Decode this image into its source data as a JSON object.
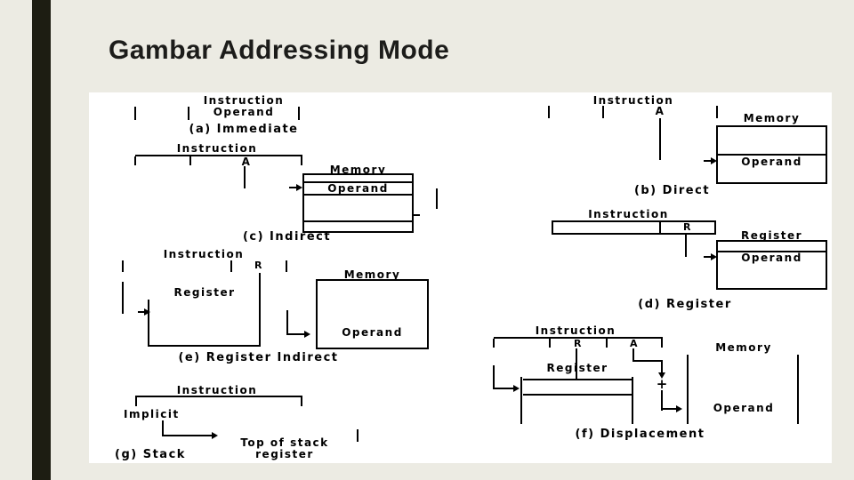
{
  "slide": {
    "title": "Gambar Addressing Mode",
    "colors": {
      "background": "#ecebe3",
      "side_bar": "#1d1d12",
      "panel": "#ffffff",
      "ink": "#000000"
    }
  },
  "diagrams": {
    "immediate": {
      "caption": "(a) Immediate",
      "instruction": "Instruction",
      "operand": "Operand"
    },
    "direct": {
      "caption": "(b) Direct",
      "instruction": "Instruction",
      "address_field": "A",
      "memory": "Memory",
      "operand": "Operand"
    },
    "indirect": {
      "caption": "(c) Indirect",
      "instruction": "Instruction",
      "address_field": "A",
      "memory": "Memory",
      "operand": "Operand"
    },
    "register": {
      "caption": "(d) Register",
      "instruction": "Instruction",
      "register_field": "R",
      "register": "Register",
      "operand": "Operand"
    },
    "register_indirect": {
      "caption": "(e) Register Indirect",
      "instruction": "Instruction",
      "register_field": "R",
      "register": "Register",
      "memory": "Memory",
      "operand": "Operand"
    },
    "displacement": {
      "caption": "(f) Displacement",
      "instruction": "Instruction",
      "register_field": "R",
      "address_field": "A",
      "register": "Register",
      "memory": "Memory",
      "operand": "Operand",
      "plus": "+"
    },
    "stack": {
      "caption": "(g) Stack",
      "instruction": "Instruction",
      "implicit": "Implicit",
      "target_line1": "Top of stack",
      "target_line2": "register"
    }
  }
}
